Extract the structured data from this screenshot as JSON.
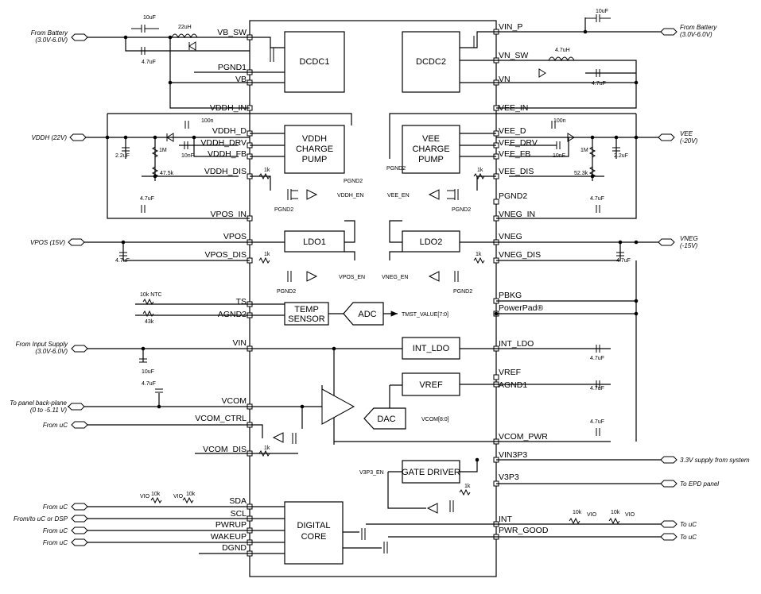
{
  "chip": {
    "pins_left": [
      {
        "id": "vb_sw",
        "label": "VB_SW"
      },
      {
        "id": "pgnd1",
        "label": "PGND1"
      },
      {
        "id": "vb",
        "label": "VB"
      },
      {
        "id": "vddh_in",
        "label": "VDDH_IN"
      },
      {
        "id": "vddh_d",
        "label": "VDDH_D"
      },
      {
        "id": "vddh_drv",
        "label": "VDDH_DRV"
      },
      {
        "id": "vddh_fb",
        "label": "VDDH_FB"
      },
      {
        "id": "vddh_dis",
        "label": "VDDH_DIS"
      },
      {
        "id": "vpos_in",
        "label": "VPOS_IN"
      },
      {
        "id": "vpos",
        "label": "VPOS"
      },
      {
        "id": "vpos_dis",
        "label": "VPOS_DIS"
      },
      {
        "id": "ts",
        "label": "TS"
      },
      {
        "id": "agnd2",
        "label": "AGND2"
      },
      {
        "id": "vin",
        "label": "VIN"
      },
      {
        "id": "vcom",
        "label": "VCOM"
      },
      {
        "id": "vcom_ctrl",
        "label": "VCOM_CTRL"
      },
      {
        "id": "vcom_dis",
        "label": "VCOM_DIS"
      },
      {
        "id": "sda",
        "label": "SDA"
      },
      {
        "id": "scl",
        "label": "SCL"
      },
      {
        "id": "pwrup",
        "label": "PWRUP"
      },
      {
        "id": "wakeup",
        "label": "WAKEUP"
      },
      {
        "id": "dgnd",
        "label": "DGND"
      }
    ],
    "pins_right": [
      {
        "id": "vin_p",
        "label": "VIN_P"
      },
      {
        "id": "vn_sw",
        "label": "VN_SW"
      },
      {
        "id": "vn",
        "label": "VN"
      },
      {
        "id": "vee_in",
        "label": "VEE_IN"
      },
      {
        "id": "vee_d",
        "label": "VEE_D"
      },
      {
        "id": "vee_drv",
        "label": "VEE_DRV"
      },
      {
        "id": "vee_fb",
        "label": "VEE_FB"
      },
      {
        "id": "vee_dis",
        "label": "VEE_DIS"
      },
      {
        "id": "pgnd2",
        "label": "PGND2"
      },
      {
        "id": "vneg_in",
        "label": "VNEG_IN"
      },
      {
        "id": "vneg",
        "label": "VNEG"
      },
      {
        "id": "vneg_dis",
        "label": "VNEG_DIS"
      },
      {
        "id": "pbkg",
        "label": "PBKG"
      },
      {
        "id": "powerpad",
        "label": "PowerPad®"
      },
      {
        "id": "int_ldo",
        "label": "INT_LDO"
      },
      {
        "id": "vref",
        "label": "VREF"
      },
      {
        "id": "agnd1",
        "label": "AGND1"
      },
      {
        "id": "vcom_pwr",
        "label": "VCOM_PWR"
      },
      {
        "id": "vin3p3",
        "label": "VIN3P3"
      },
      {
        "id": "v3p3",
        "label": "V3P3"
      },
      {
        "id": "int",
        "label": "INT"
      },
      {
        "id": "pwr_good",
        "label": "PWR_GOOD"
      }
    ]
  },
  "blocks": [
    {
      "id": "dcdc1",
      "lines": [
        "DCDC1"
      ]
    },
    {
      "id": "dcdc2",
      "lines": [
        "DCDC2"
      ]
    },
    {
      "id": "vddh_pump",
      "lines": [
        "VDDH",
        "CHARGE",
        "PUMP"
      ]
    },
    {
      "id": "vee_pump",
      "lines": [
        "VEE",
        "CHARGE",
        "PUMP"
      ]
    },
    {
      "id": "ldo1",
      "lines": [
        "LDO1"
      ]
    },
    {
      "id": "ldo2",
      "lines": [
        "LDO2"
      ]
    },
    {
      "id": "temp_sensor",
      "lines": [
        "TEMP",
        "SENSOR"
      ]
    },
    {
      "id": "adc",
      "lines": [
        "ADC"
      ]
    },
    {
      "id": "int_ldo_blk",
      "lines": [
        "INT_LDO"
      ]
    },
    {
      "id": "vref_blk",
      "lines": [
        "VREF"
      ]
    },
    {
      "id": "dac",
      "lines": [
        "DAC"
      ]
    },
    {
      "id": "gate_driver",
      "lines": [
        "GATE DRIVER"
      ]
    },
    {
      "id": "digital_core",
      "lines": [
        "DIGITAL",
        "CORE"
      ]
    }
  ],
  "externals": [
    {
      "id": "from_battery_left",
      "lines": [
        "From Battery",
        "(3.0V-6.0V)"
      ]
    },
    {
      "id": "from_battery_right",
      "lines": [
        "From Battery",
        "(3.0V-6.0V)"
      ]
    },
    {
      "id": "vddh",
      "lines": [
        "VDDH (22V)"
      ]
    },
    {
      "id": "vee",
      "lines": [
        "VEE",
        "(-20V)"
      ]
    },
    {
      "id": "vpos",
      "lines": [
        "VPOS (15V)"
      ]
    },
    {
      "id": "vneg",
      "lines": [
        "VNEG",
        "(-15V)"
      ]
    },
    {
      "id": "input_supply",
      "lines": [
        "From Input Supply",
        "(3.0V-6.0V)"
      ]
    },
    {
      "id": "backplane",
      "lines": [
        "To panel back-plane",
        "(0 to -5.11 V)"
      ]
    },
    {
      "id": "uc_vcom_ctrl",
      "lines": [
        "From uC"
      ]
    },
    {
      "id": "uc_sda",
      "lines": [
        "From uC"
      ]
    },
    {
      "id": "uc_scl",
      "lines": [
        "From/to uC or DSP"
      ]
    },
    {
      "id": "uc_pwrup",
      "lines": [
        "From uC"
      ]
    },
    {
      "id": "uc_wakeup",
      "lines": [
        "From uC"
      ]
    },
    {
      "id": "supply_33",
      "lines": [
        "3.3V supply from system"
      ]
    },
    {
      "id": "epd_panel",
      "lines": [
        "To EPD panel"
      ]
    },
    {
      "id": "to_uc_int",
      "lines": [
        "To uC"
      ]
    },
    {
      "id": "to_uc_pg",
      "lines": [
        "To uC"
      ]
    }
  ],
  "components": [
    {
      "id": "c_10u_1",
      "value": "10uF"
    },
    {
      "id": "l_22u",
      "value": "22uH"
    },
    {
      "id": "c_4u7_1",
      "value": "4.7uF"
    },
    {
      "id": "c_10u_2",
      "value": "10uF"
    },
    {
      "id": "l_4u7",
      "value": "4.7uH"
    },
    {
      "id": "c_4u7_2",
      "value": "4.7uF"
    },
    {
      "id": "c_100n_l",
      "value": "100n"
    },
    {
      "id": "c_100n_r",
      "value": "100n"
    },
    {
      "id": "r_1m_l",
      "value": "1M"
    },
    {
      "id": "r_1m_r",
      "value": "1M"
    },
    {
      "id": "c_2u2_l",
      "value": "2.2uF"
    },
    {
      "id": "c_2u2_r",
      "value": "2.2uF"
    },
    {
      "id": "c_10nf_l",
      "value": "10nF"
    },
    {
      "id": "c_10nf_r",
      "value": "10nF"
    },
    {
      "id": "r_47k5",
      "value": "47.5k"
    },
    {
      "id": "r_52k3",
      "value": "52.3k"
    },
    {
      "id": "r_1k_vddh",
      "value": "1k"
    },
    {
      "id": "r_1k_vee",
      "value": "1k"
    },
    {
      "id": "c_4u7_vpos_in",
      "value": "4.7uF"
    },
    {
      "id": "c_4u7_vneg_in",
      "value": "4.7uF"
    },
    {
      "id": "c_4u7_vpos",
      "value": "4.7uF"
    },
    {
      "id": "c_4u7_vneg",
      "value": "4.7uF"
    },
    {
      "id": "r_1k_vpos",
      "value": "1k"
    },
    {
      "id": "r_1k_vneg",
      "value": "1k"
    },
    {
      "id": "ntc",
      "value": "10k NTC"
    },
    {
      "id": "r_43k",
      "value": "43k"
    },
    {
      "id": "c_10u_vin",
      "value": "10uF"
    },
    {
      "id": "c_4u7_int_ldo",
      "value": "4.7uF"
    },
    {
      "id": "c_4u7_vref",
      "value": "4.7uF"
    },
    {
      "id": "c_4u7_vcom",
      "value": "4.7uF"
    },
    {
      "id": "c_4u7_vcom_pwr",
      "value": "4.7uF"
    },
    {
      "id": "r_1k_vcom_dis",
      "value": "1k"
    },
    {
      "id": "r_1k_v3p3",
      "value": "1k"
    },
    {
      "id": "r_10k_sda",
      "value": "10k"
    },
    {
      "id": "r_10k_scl",
      "value": "10k"
    },
    {
      "id": "r_10k_int",
      "value": "10k"
    },
    {
      "id": "r_10k_pg",
      "value": "10k"
    }
  ],
  "signals": [
    {
      "id": "vddh_en",
      "label": "VDDH_EN"
    },
    {
      "id": "vee_en",
      "label": "VEE_EN"
    },
    {
      "id": "vpos_en",
      "label": "VPOS_EN"
    },
    {
      "id": "vneg_en",
      "label": "VNEG_EN"
    },
    {
      "id": "tmst",
      "label": "TMST_VALUE[7:0]"
    },
    {
      "id": "vcom_bus",
      "label": "VCOM[8:0]"
    },
    {
      "id": "v3p3_en",
      "label": "V3P3_EN"
    },
    {
      "id": "vio_sda",
      "label": "VIO"
    },
    {
      "id": "vio_scl",
      "label": "VIO"
    },
    {
      "id": "vio_int",
      "label": "VIO"
    },
    {
      "id": "vio_pg",
      "label": "VIO"
    },
    {
      "id": "pgnd2_a",
      "label": "PGND2"
    },
    {
      "id": "pgnd2_b",
      "label": "PGND2"
    },
    {
      "id": "pgnd2_c",
      "label": "PGND2"
    },
    {
      "id": "pgnd2_d",
      "label": "PGND2"
    },
    {
      "id": "pgnd2_e",
      "label": "PGND2"
    },
    {
      "id": "pgnd2_f",
      "label": "PGND2"
    }
  ]
}
